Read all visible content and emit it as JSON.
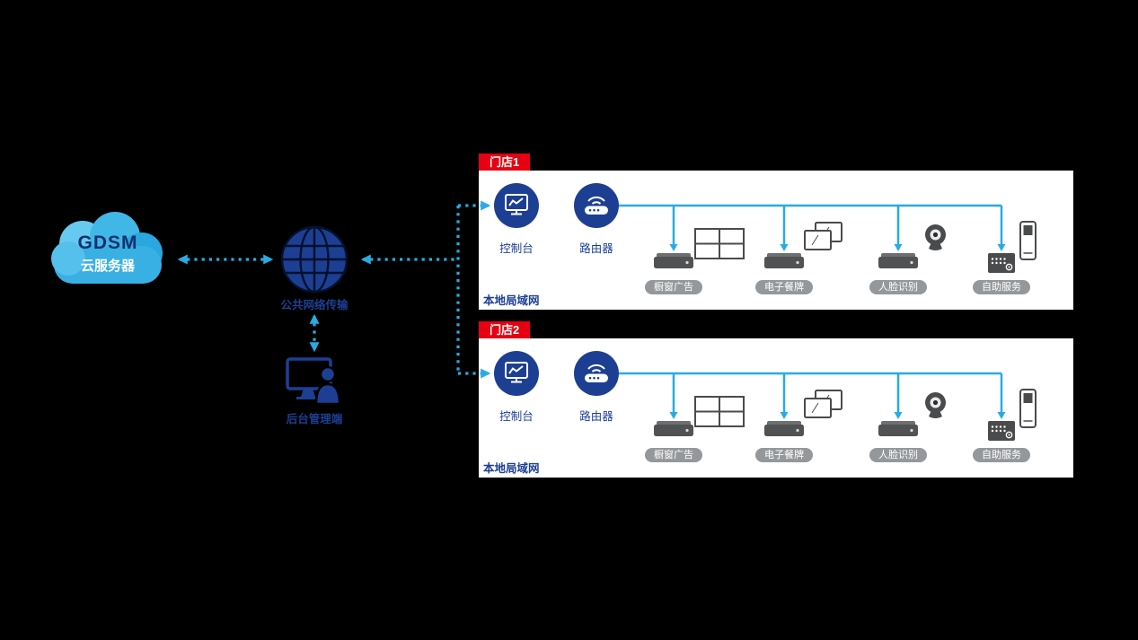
{
  "colors": {
    "accent_blue": "#29abe2",
    "navy": "#1d3f93",
    "red": "#e60012",
    "badge_gray": "#95989a",
    "device_dark": "#4a4b4d",
    "panel_bg": "#ffffff",
    "background": "#000000"
  },
  "cloud": {
    "title": "GDSM",
    "subtitle": "云服务器"
  },
  "network": {
    "label": "公共网络传输"
  },
  "admin": {
    "label": "后台管理端"
  },
  "stores": [
    {
      "tag": "门店1",
      "console_label": "控制台",
      "router_label": "路由器",
      "lan_label": "本地局域网",
      "devices": [
        {
          "label": "橱窗广告",
          "icon": "video-wall-icon"
        },
        {
          "label": "电子餐牌",
          "icon": "dual-screen-icon"
        },
        {
          "label": "人脸识别",
          "icon": "webcam-icon"
        },
        {
          "label": "自助服务",
          "icon": "kiosk-icon"
        }
      ]
    },
    {
      "tag": "门店2",
      "console_label": "控制台",
      "router_label": "路由器",
      "lan_label": "本地局域网",
      "devices": [
        {
          "label": "橱窗广告",
          "icon": "video-wall-icon"
        },
        {
          "label": "电子餐牌",
          "icon": "dual-screen-icon"
        },
        {
          "label": "人脸识别",
          "icon": "webcam-icon"
        },
        {
          "label": "自助服务",
          "icon": "kiosk-icon"
        }
      ]
    }
  ]
}
